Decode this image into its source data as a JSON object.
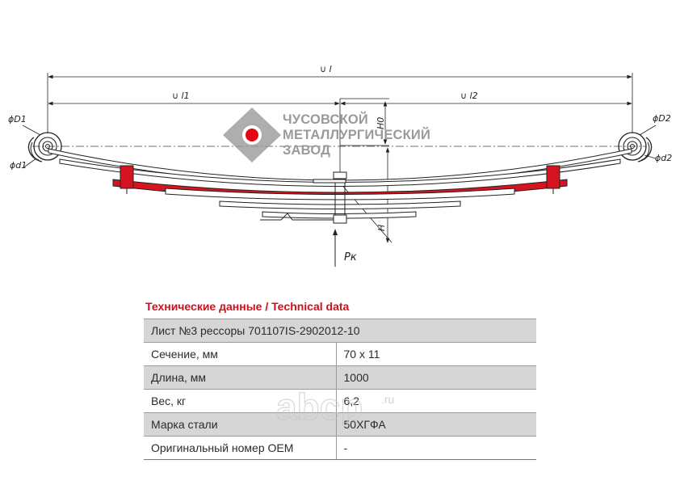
{
  "drawing": {
    "dim_total": "∪ l",
    "dim_left": "∪ l1",
    "dim_right": "∪ l2",
    "label_d1_upper": "ϕD1",
    "label_d1_lower": "ϕd1",
    "label_d2_upper": "ϕD2",
    "label_d2_lower": "ϕd2",
    "label_h0": "H0",
    "label_h": "H",
    "label_force": "Pк"
  },
  "logo": {
    "line1": "ЧУСОВСКОЙ",
    "line2": "МЕТАЛЛУРГИЧЕСКИЙ",
    "line3": "ЗАВОД",
    "accent_color": "#e30613",
    "gray_color": "#9a9a9a"
  },
  "section_title": "Технические данные / Technical data",
  "table": {
    "header": "Лист №3 рессоры 701107IS-2902012-10",
    "rows": [
      {
        "label": "Сечение, мм",
        "value": "70 х 11"
      },
      {
        "label": "Длина, мм",
        "value": "1000"
      },
      {
        "label": "Вес, кг",
        "value": "6,2"
      },
      {
        "label": "Марка стали",
        "value": "50ХГФА"
      },
      {
        "label": "Оригинальный номер OEM",
        "value": "-"
      }
    ]
  },
  "watermark": {
    "brand": "abcp",
    "suffix": ".ru"
  }
}
